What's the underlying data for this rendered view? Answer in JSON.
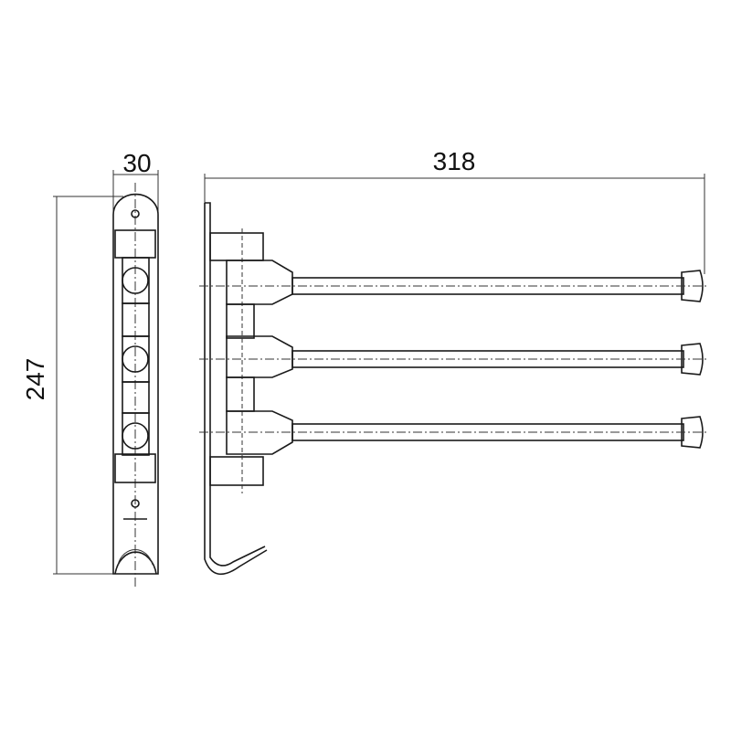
{
  "dimensions": {
    "height": "247",
    "depth": "30",
    "length": "318"
  },
  "arm_count": 3,
  "views": [
    "front-view",
    "side-view"
  ]
}
